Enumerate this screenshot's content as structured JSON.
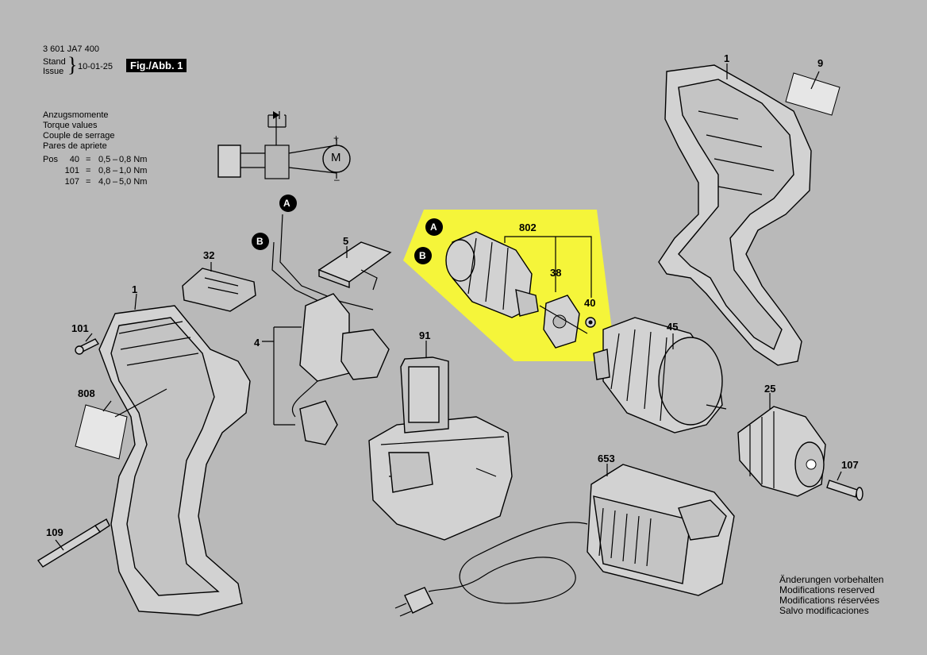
{
  "header": {
    "doc_number": "3 601 JA7 400",
    "stand_label": "Stand",
    "issue_label": "Issue",
    "date": "10-01-25",
    "figure_label": "Fig./Abb. 1"
  },
  "torque": {
    "lines": [
      "Anzugsmomente",
      "Torque values",
      "Couple de serrage",
      "Pares de apriete"
    ],
    "pos_label": "Pos",
    "rows": [
      {
        "pos": "40",
        "eq": "=",
        "min": "0,5",
        "dash": "–",
        "max": "0,8 Nm"
      },
      {
        "pos": "101",
        "eq": "=",
        "min": "0,8",
        "dash": "–",
        "max": "1,0 Nm"
      },
      {
        "pos": "107",
        "eq": "=",
        "min": "4,0",
        "dash": "–",
        "max": "5,0 Nm"
      }
    ]
  },
  "schematic": {
    "motor_symbol": "M",
    "plus": "+",
    "minus": "–"
  },
  "callouts": {
    "a": "A",
    "b": "B",
    "p1_top": "1",
    "p9": "9",
    "p32": "32",
    "p5": "5",
    "p1_left": "1",
    "p101": "101",
    "p4": "4",
    "p808": "808",
    "p109": "109",
    "p91": "91",
    "p802": "802",
    "p38": "38",
    "p40": "40",
    "p45": "45",
    "p25": "25",
    "p107": "107",
    "p653": "653"
  },
  "footer": {
    "lines": [
      "Änderungen vorbehalten",
      "Modifications reserved",
      "Modifications réservées",
      "Salvo modificaciones"
    ]
  },
  "colors": {
    "background": "#b9b9b9",
    "highlight": "#f5f53a"
  }
}
